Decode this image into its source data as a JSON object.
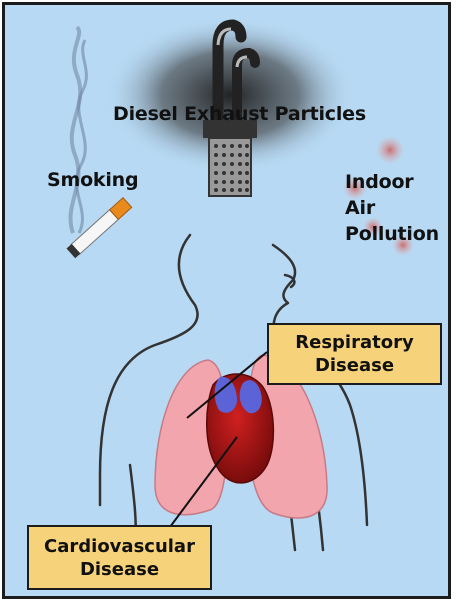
{
  "labels": {
    "diesel": "Diesel Exhaust Particles",
    "smoking": "Smoking",
    "indoor_line1": "Indoor",
    "indoor_line2": "Air Pollution"
  },
  "boxes": {
    "respiratory_line1": "Respiratory",
    "respiratory_line2": "Disease",
    "cardio_line1": "Cardiovascular",
    "cardio_line2": "Disease"
  },
  "colors": {
    "background": "#b7d9f3",
    "box_fill": "#f6d27a",
    "lung": "#f2a5ad",
    "heart": "#b01818",
    "vessel": "#5b63d6",
    "pollution_dot": "#d98a8a"
  }
}
